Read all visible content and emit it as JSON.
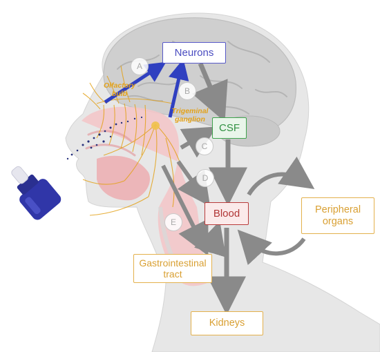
{
  "boxes": {
    "neurons": "Neurons",
    "csf": "CSF",
    "blood": "Blood",
    "peripheral": "Peripheral organs",
    "gi": "Gastrointestinal tract",
    "kidneys": "Kidneys"
  },
  "labels": {
    "olfactory": "Olfactory bulb",
    "trigeminal": "Trigeminal ganglion"
  },
  "routes": [
    "A",
    "B",
    "C",
    "D",
    "E"
  ],
  "colors": {
    "neurons": "#5557c8",
    "csf": "#3fa34d",
    "blood": "#b83a3a",
    "organ_boxes": "#e3b04b",
    "nerves": "#e3a21a",
    "gray_arrows": "#8a8a8a",
    "blue_arrows": "#3040c0",
    "spray_bottle": "#3036a8"
  },
  "icons": [
    "head-silhouette",
    "brain",
    "nasal-cavity",
    "nasal-spray-bottle"
  ]
}
